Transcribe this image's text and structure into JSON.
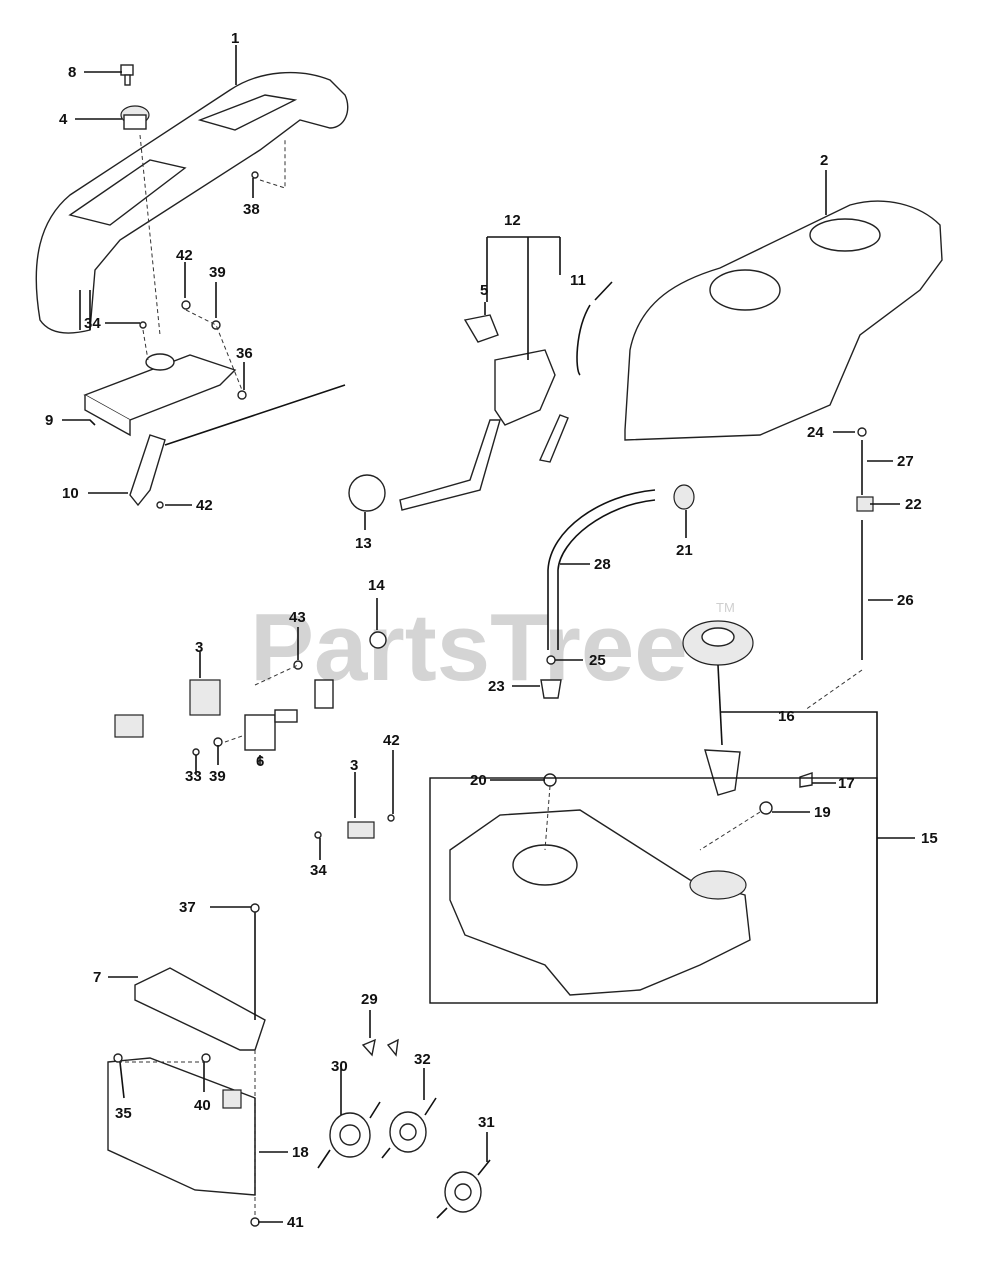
{
  "watermark": {
    "text": "PartsTree",
    "trademark": "TM"
  },
  "callouts": [
    {
      "id": "c1",
      "text": "1"
    },
    {
      "id": "c2",
      "text": "2"
    },
    {
      "id": "c3a",
      "text": "3"
    },
    {
      "id": "c3b",
      "text": "3"
    },
    {
      "id": "c4",
      "text": "4"
    },
    {
      "id": "c5",
      "text": "5"
    },
    {
      "id": "c6",
      "text": "6"
    },
    {
      "id": "c7",
      "text": "7"
    },
    {
      "id": "c8",
      "text": "8"
    },
    {
      "id": "c9",
      "text": "9"
    },
    {
      "id": "c10",
      "text": "10"
    },
    {
      "id": "c11",
      "text": "11"
    },
    {
      "id": "c12",
      "text": "12"
    },
    {
      "id": "c13",
      "text": "13"
    },
    {
      "id": "c14",
      "text": "14"
    },
    {
      "id": "c15",
      "text": "15"
    },
    {
      "id": "c16",
      "text": "16"
    },
    {
      "id": "c17",
      "text": "17"
    },
    {
      "id": "c18",
      "text": "18"
    },
    {
      "id": "c19",
      "text": "19"
    },
    {
      "id": "c20",
      "text": "20"
    },
    {
      "id": "c21",
      "text": "21"
    },
    {
      "id": "c22",
      "text": "22"
    },
    {
      "id": "c23",
      "text": "23"
    },
    {
      "id": "c24",
      "text": "24"
    },
    {
      "id": "c25",
      "text": "25"
    },
    {
      "id": "c26",
      "text": "26"
    },
    {
      "id": "c27",
      "text": "27"
    },
    {
      "id": "c28",
      "text": "28"
    },
    {
      "id": "c29",
      "text": "29"
    },
    {
      "id": "c30",
      "text": "30"
    },
    {
      "id": "c31",
      "text": "31"
    },
    {
      "id": "c32",
      "text": "32"
    },
    {
      "id": "c33",
      "text": "33"
    },
    {
      "id": "c34a",
      "text": "34"
    },
    {
      "id": "c34b",
      "text": "34"
    },
    {
      "id": "c35",
      "text": "35"
    },
    {
      "id": "c36",
      "text": "36"
    },
    {
      "id": "c37",
      "text": "37"
    },
    {
      "id": "c38",
      "text": "38"
    },
    {
      "id": "c39a",
      "text": "39"
    },
    {
      "id": "c39b",
      "text": "39"
    },
    {
      "id": "c40",
      "text": "40"
    },
    {
      "id": "c41",
      "text": "41"
    },
    {
      "id": "c42a",
      "text": "42"
    },
    {
      "id": "c42b",
      "text": "42"
    },
    {
      "id": "c42c",
      "text": "42"
    },
    {
      "id": "c43",
      "text": "43"
    }
  ]
}
